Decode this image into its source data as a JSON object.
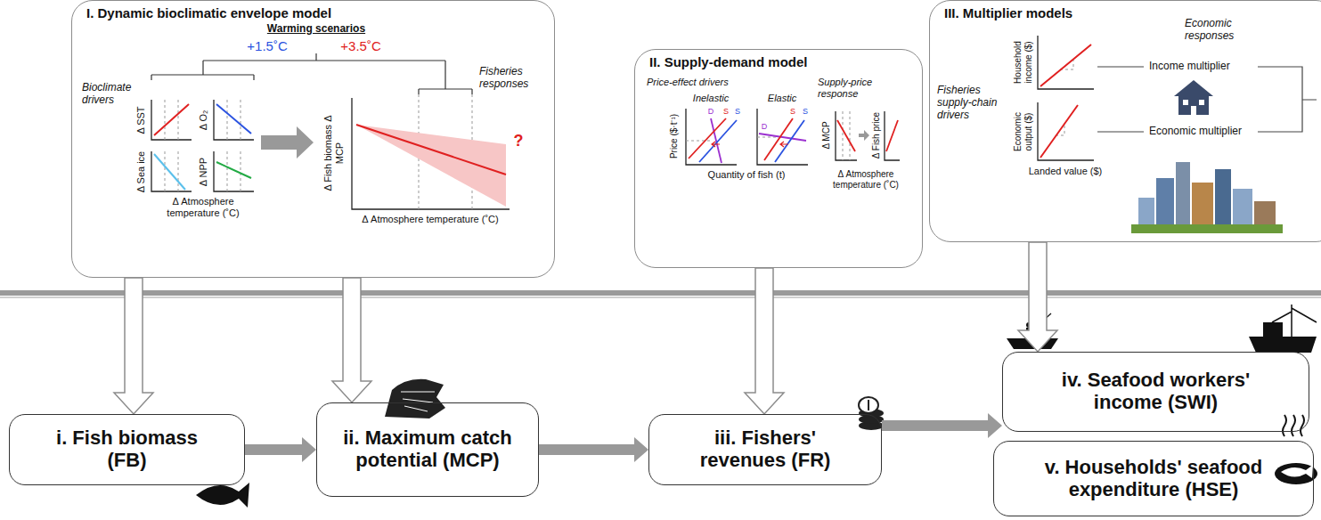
{
  "diagram": {
    "nodes": [
      {
        "text": [
          "I. Dynamic bioclimatic envelope model"
        ]
      },
      {
        "text": [
          "II. Supply-demand model"
        ]
      },
      {
        "text": [
          "III. Multiplier models"
        ]
      },
      {
        "text": [
          "i. Fish biomass (FB)"
        ]
      },
      {
        "text": [
          "ii. Maximum catch potential (MCP)"
        ]
      },
      {
        "text": [
          "iii. Fishers' revenues (FR)"
        ]
      },
      {
        "text": [
          "iv. Seafood workers' income (SWI)"
        ]
      },
      {
        "text": [
          "v. Households' seafood expenditure (HSE)"
        ]
      }
    ],
    "edges": [
      {
        "from": 0,
        "to": 3,
        "arrow": "to"
      },
      {
        "from": 0,
        "to": 4,
        "arrow": "to"
      },
      {
        "from": 1,
        "to": 5,
        "arrow": "to"
      },
      {
        "from": 2,
        "to": 6,
        "arrow": "to"
      },
      {
        "from": 3,
        "to": 4,
        "arrow": "to"
      },
      {
        "from": 4,
        "to": 5,
        "arrow": "to"
      },
      {
        "from": 5,
        "to": 6,
        "arrow": "to"
      }
    ],
    "labels": [
      "Warming scenarios",
      "+1.5˚C",
      "+3.5˚C",
      "Bioclimate drivers",
      "Δ SST",
      "Δ O₂",
      "Δ Sea ice",
      "Δ NPP",
      "Δ Atmosphere temperature (˚C)",
      "Fisheries responses",
      "Δ Fish biomass Δ MCP",
      "?",
      "Δ Atmosphere temperature (˚C)",
      "Price-effect drivers",
      "Inelastic",
      "Elastic",
      "D",
      "S",
      "S",
      "D",
      "S",
      "S",
      "Price ($·t⁻¹)",
      "Quantity of fish (t)",
      "Supply-price response",
      "Δ MCP",
      "Δ Fish price",
      "Δ Atmosphere temperature (˚C)",
      "Fisheries supply-chain drivers",
      "Household income ($)",
      "Economic output ($)",
      "Landed value ($)",
      "Economic responses",
      "Income multiplier",
      "Economic multiplier"
    ]
  }
}
